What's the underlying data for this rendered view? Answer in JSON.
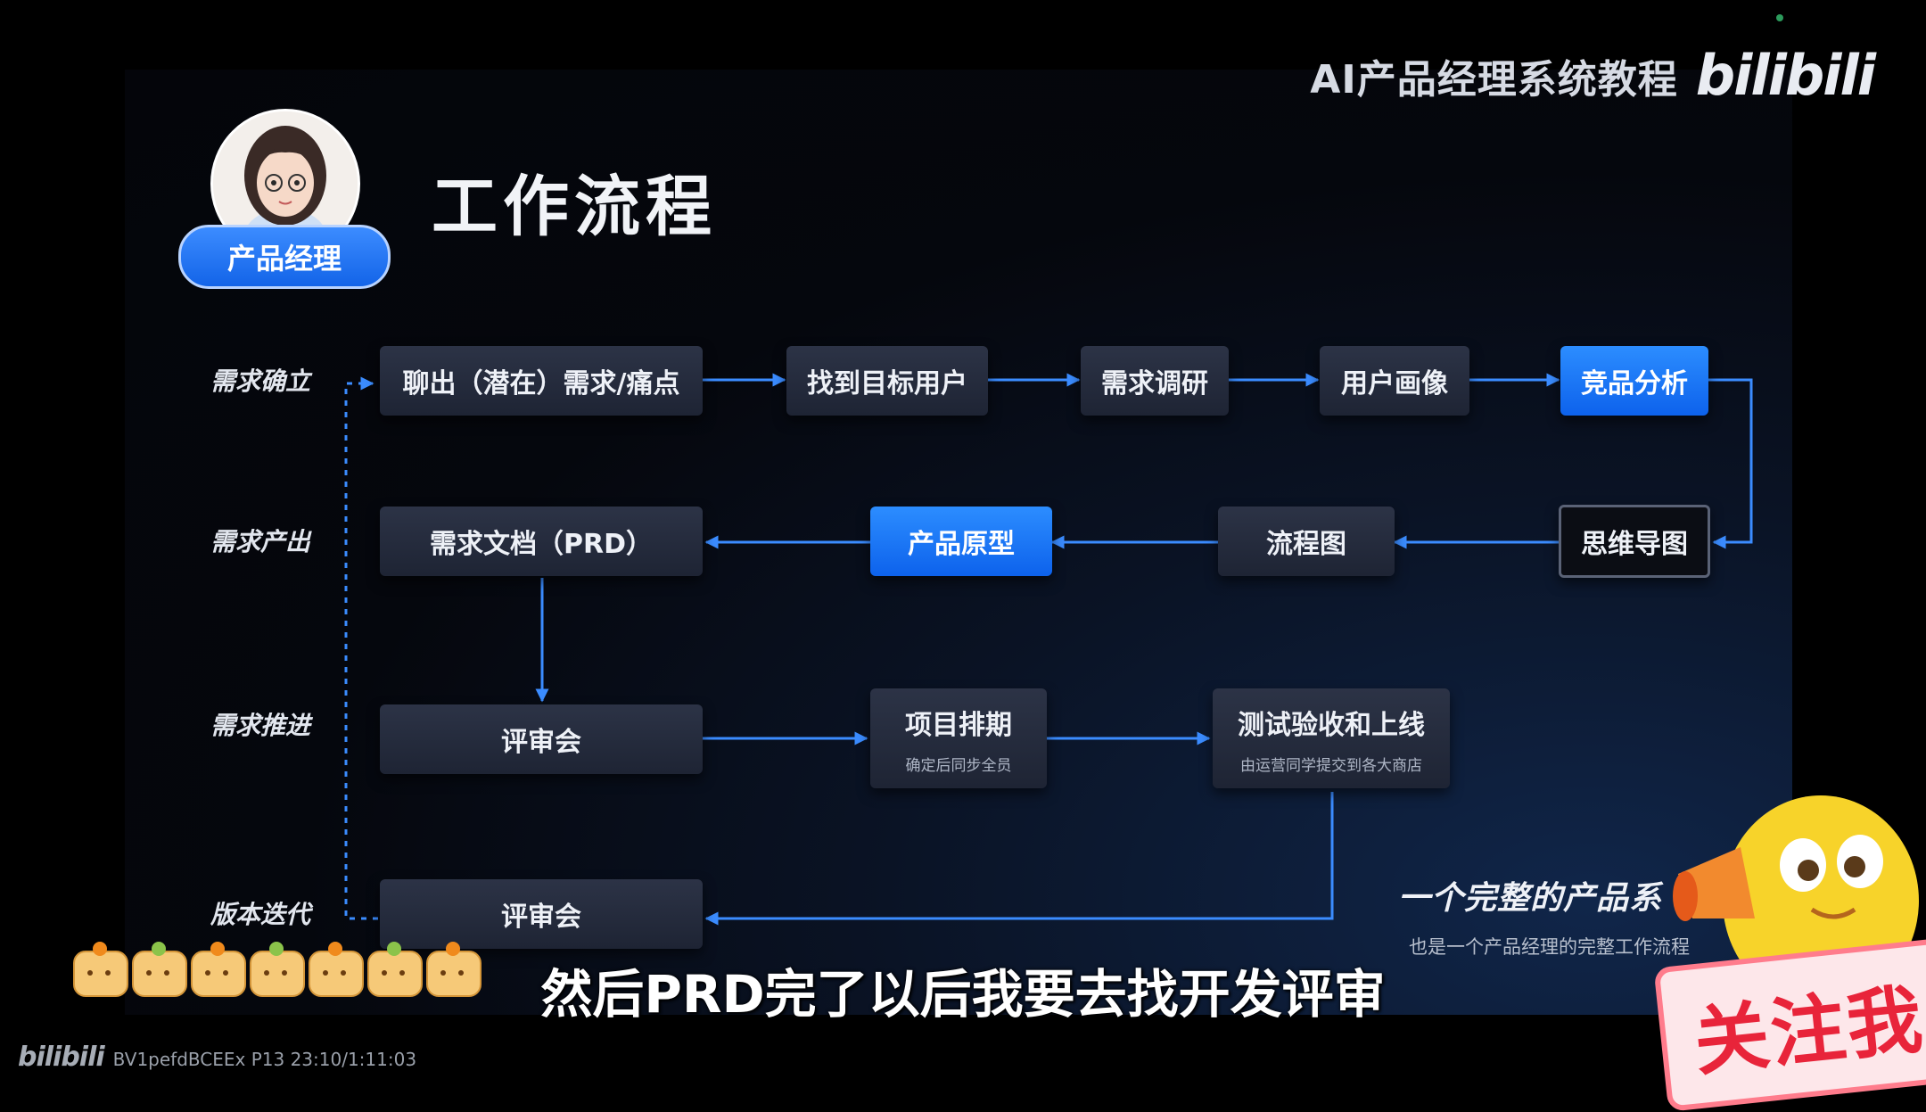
{
  "header": {
    "brand_text": "AI产品经理系统教程",
    "brand_logo": "bilibili"
  },
  "slide": {
    "role": "产品经理",
    "title": "工作流程",
    "row_labels": [
      "需求确立",
      "需求产出",
      "需求推进",
      "版本迭代"
    ],
    "nodes": {
      "chat": "聊出（潜在）需求/痛点",
      "target_users": "找到目标用户",
      "research": "需求调研",
      "persona": "用户画像",
      "competitor": "竞品分析",
      "mindmap": "思维导图",
      "flowchart": "流程图",
      "prototype": "产品原型",
      "prd": "需求文档（PRD）",
      "review1": "评审会",
      "schedule": "项目排期",
      "schedule_sub": "确定后同步全员",
      "test": "测试验收和上线",
      "test_sub": "由运营同学提交到各大商店",
      "review2": "评审会"
    },
    "caption_title": "一个完整的产品系",
    "caption_sub": "也是一个产品经理的完整工作流程"
  },
  "subtitle": "然后PRD完了以后我要去找开发评审",
  "watermark": {
    "logo": "bilibili",
    "info": "BV1pefdBCEEx P13 23:10/1:11:03"
  },
  "overlay": {
    "follow": "关注我"
  },
  "colors": {
    "accent_blue": "#1a73ff",
    "arrow": "#3b8cff",
    "box": "#262c3d"
  }
}
